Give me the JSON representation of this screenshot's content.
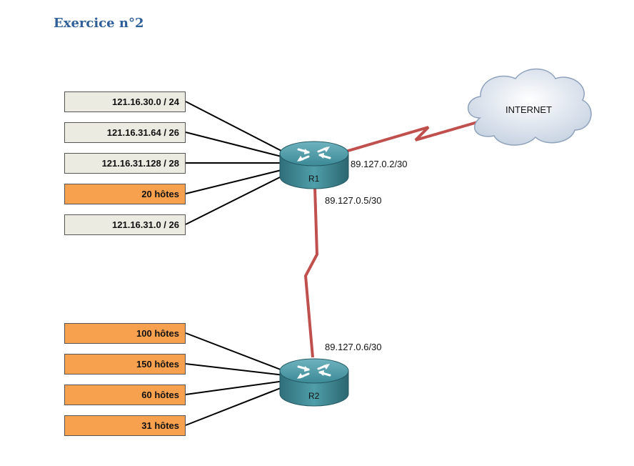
{
  "title": "Exercice n°2",
  "routers": {
    "r1": {
      "name": "R1"
    },
    "r2": {
      "name": "R2"
    }
  },
  "cloud": {
    "label": "INTERNET"
  },
  "interfaces": {
    "r1_internet": "89.127.0.2/30",
    "r1_r2": "89.127.0.5/30",
    "r2_r1": "89.127.0.6/30"
  },
  "r1_networks": [
    {
      "label": "121.16.30.0 / 24",
      "kind": "beige"
    },
    {
      "label": "121.16.31.64 / 26",
      "kind": "beige"
    },
    {
      "label": "121.16.31.128 / 28",
      "kind": "beige"
    },
    {
      "label": "20 hôtes",
      "kind": "orange"
    },
    {
      "label": "121.16.31.0 / 26",
      "kind": "beige"
    }
  ],
  "r2_networks": [
    {
      "label": "100 hôtes",
      "kind": "orange"
    },
    {
      "label": "150 hôtes",
      "kind": "orange"
    },
    {
      "label": "60 hôtes",
      "kind": "orange"
    },
    {
      "label": "31 hôtes",
      "kind": "orange"
    }
  ],
  "colors": {
    "title": "#2f5f98",
    "beige_box": "#ecebe1",
    "orange_box": "#f7a14f",
    "serial_link": "#c0504d",
    "router": "#3b8a96"
  }
}
